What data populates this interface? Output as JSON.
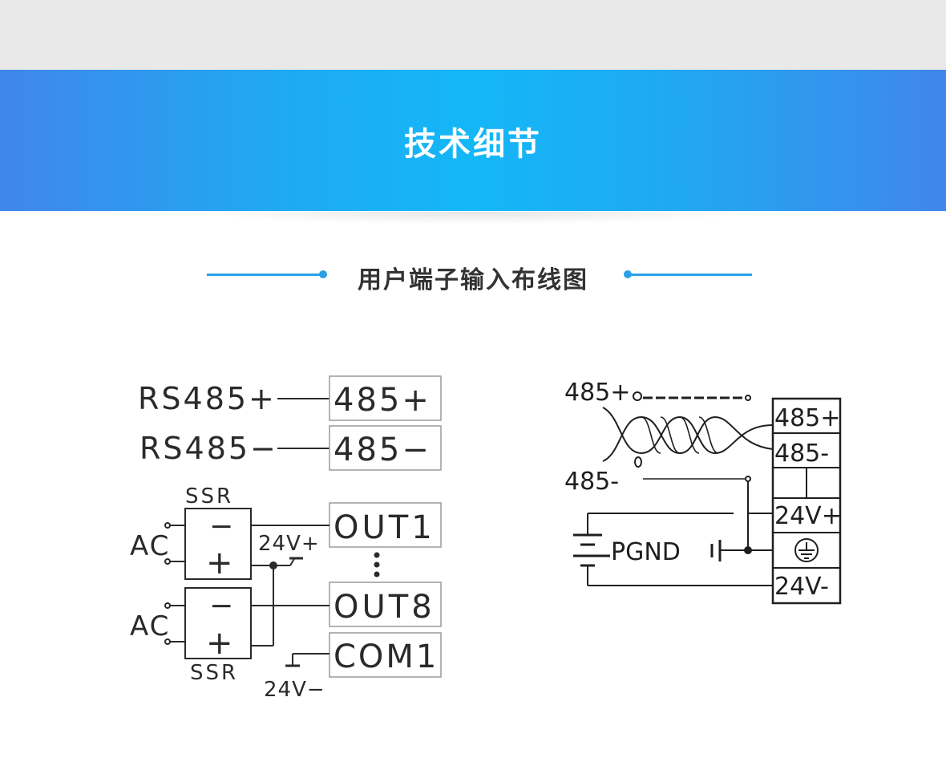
{
  "banner": {
    "title": "技术细节"
  },
  "section": {
    "title": "用户端子输入布线图"
  },
  "left_diagram": {
    "rs485_plus": "RS485+",
    "rs485_minus": "RS485−",
    "term_485_plus": "485+",
    "term_485_minus": "485−",
    "ssr_top": "SSR",
    "ssr_bottom": "SSR",
    "ac_top": "AC",
    "ac_bottom": "AC",
    "minus_sign": "−",
    "plus_sign": "+",
    "v24_plus": "24V+",
    "v24_minus": "24V−",
    "out1": "OUT1",
    "out8": "OUT8",
    "com1": "COM1"
  },
  "right_diagram": {
    "wire_485_plus": "485+",
    "wire_485_minus": "485-",
    "term_485_plus": "485+",
    "term_485_minus": "485-",
    "term_24v_plus": "24V+",
    "term_24v_minus": "24V-",
    "pgnd": "PGND"
  },
  "colors": {
    "accent": "#29a0e6",
    "banner_center": "#14b7f7",
    "banner_edge": "#4186ea"
  }
}
